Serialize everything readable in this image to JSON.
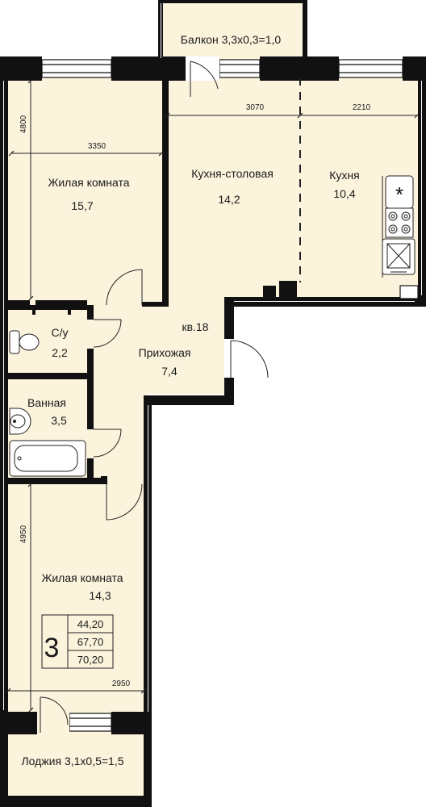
{
  "colors": {
    "floor": "#fbf3dc",
    "wall": "#111111",
    "line": "#222222",
    "text": "#1a1a1a"
  },
  "rooms": {
    "balcony": {
      "name": "Балкон 3,3х0,3=1,0"
    },
    "living_top": {
      "name": "Жилая комната",
      "area": "15,7"
    },
    "kitchen_dining": {
      "name": "Кухня-столовая",
      "area": "14,2"
    },
    "kitchen": {
      "name": "Кухня",
      "area": "10,4"
    },
    "wc": {
      "name": "С/у",
      "area": "2,2"
    },
    "hall": {
      "name": "Прихожая",
      "area": "7,4"
    },
    "bath": {
      "name": "Ванная",
      "area": "3,5"
    },
    "living_bottom": {
      "name": "Жилая комната",
      "area": "14,3"
    },
    "loggia": {
      "name": "Лоджия 3,1х0,5=1,5"
    }
  },
  "apartment": {
    "label": "кв.18"
  },
  "dimensions": {
    "d3070": "3070",
    "d2210": "2210",
    "d3350": "3350",
    "d4800": "4800",
    "d4950": "4950",
    "d2950": "2950"
  },
  "summary": {
    "rooms_count": "3",
    "areas": [
      "44,20",
      "67,70",
      "70,20"
    ]
  },
  "icons": [
    "stove-icon",
    "hob-icon",
    "oven-icon",
    "toilet-icon",
    "sink-icon",
    "bathtub-icon"
  ]
}
